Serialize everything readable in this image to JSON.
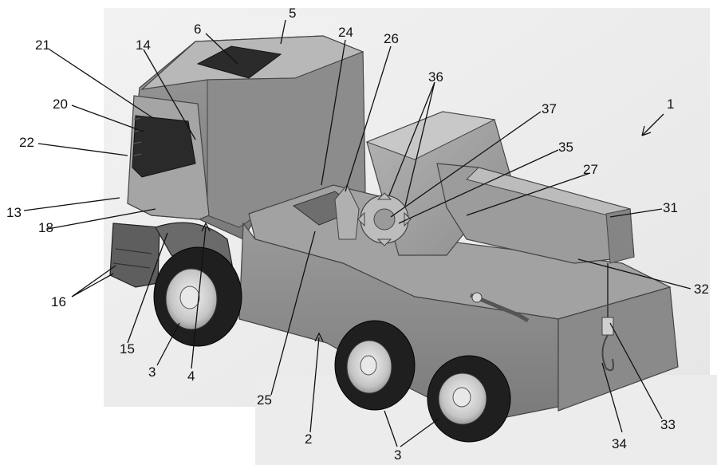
{
  "figure": {
    "labels": {
      "l1": "1",
      "l2": "2",
      "l3a": "3",
      "l3b": "3",
      "l4": "4",
      "l5": "5",
      "l6": "6",
      "l13": "13",
      "l14": "14",
      "l15": "15",
      "l16": "16",
      "l18": "18",
      "l20": "20",
      "l21": "21",
      "l22": "22",
      "l24": "24",
      "l25": "25",
      "l26": "26",
      "l27": "27",
      "l31": "31",
      "l32": "32",
      "l33": "33",
      "l34": "34",
      "l35": "35",
      "l36": "36",
      "l37": "37"
    }
  }
}
